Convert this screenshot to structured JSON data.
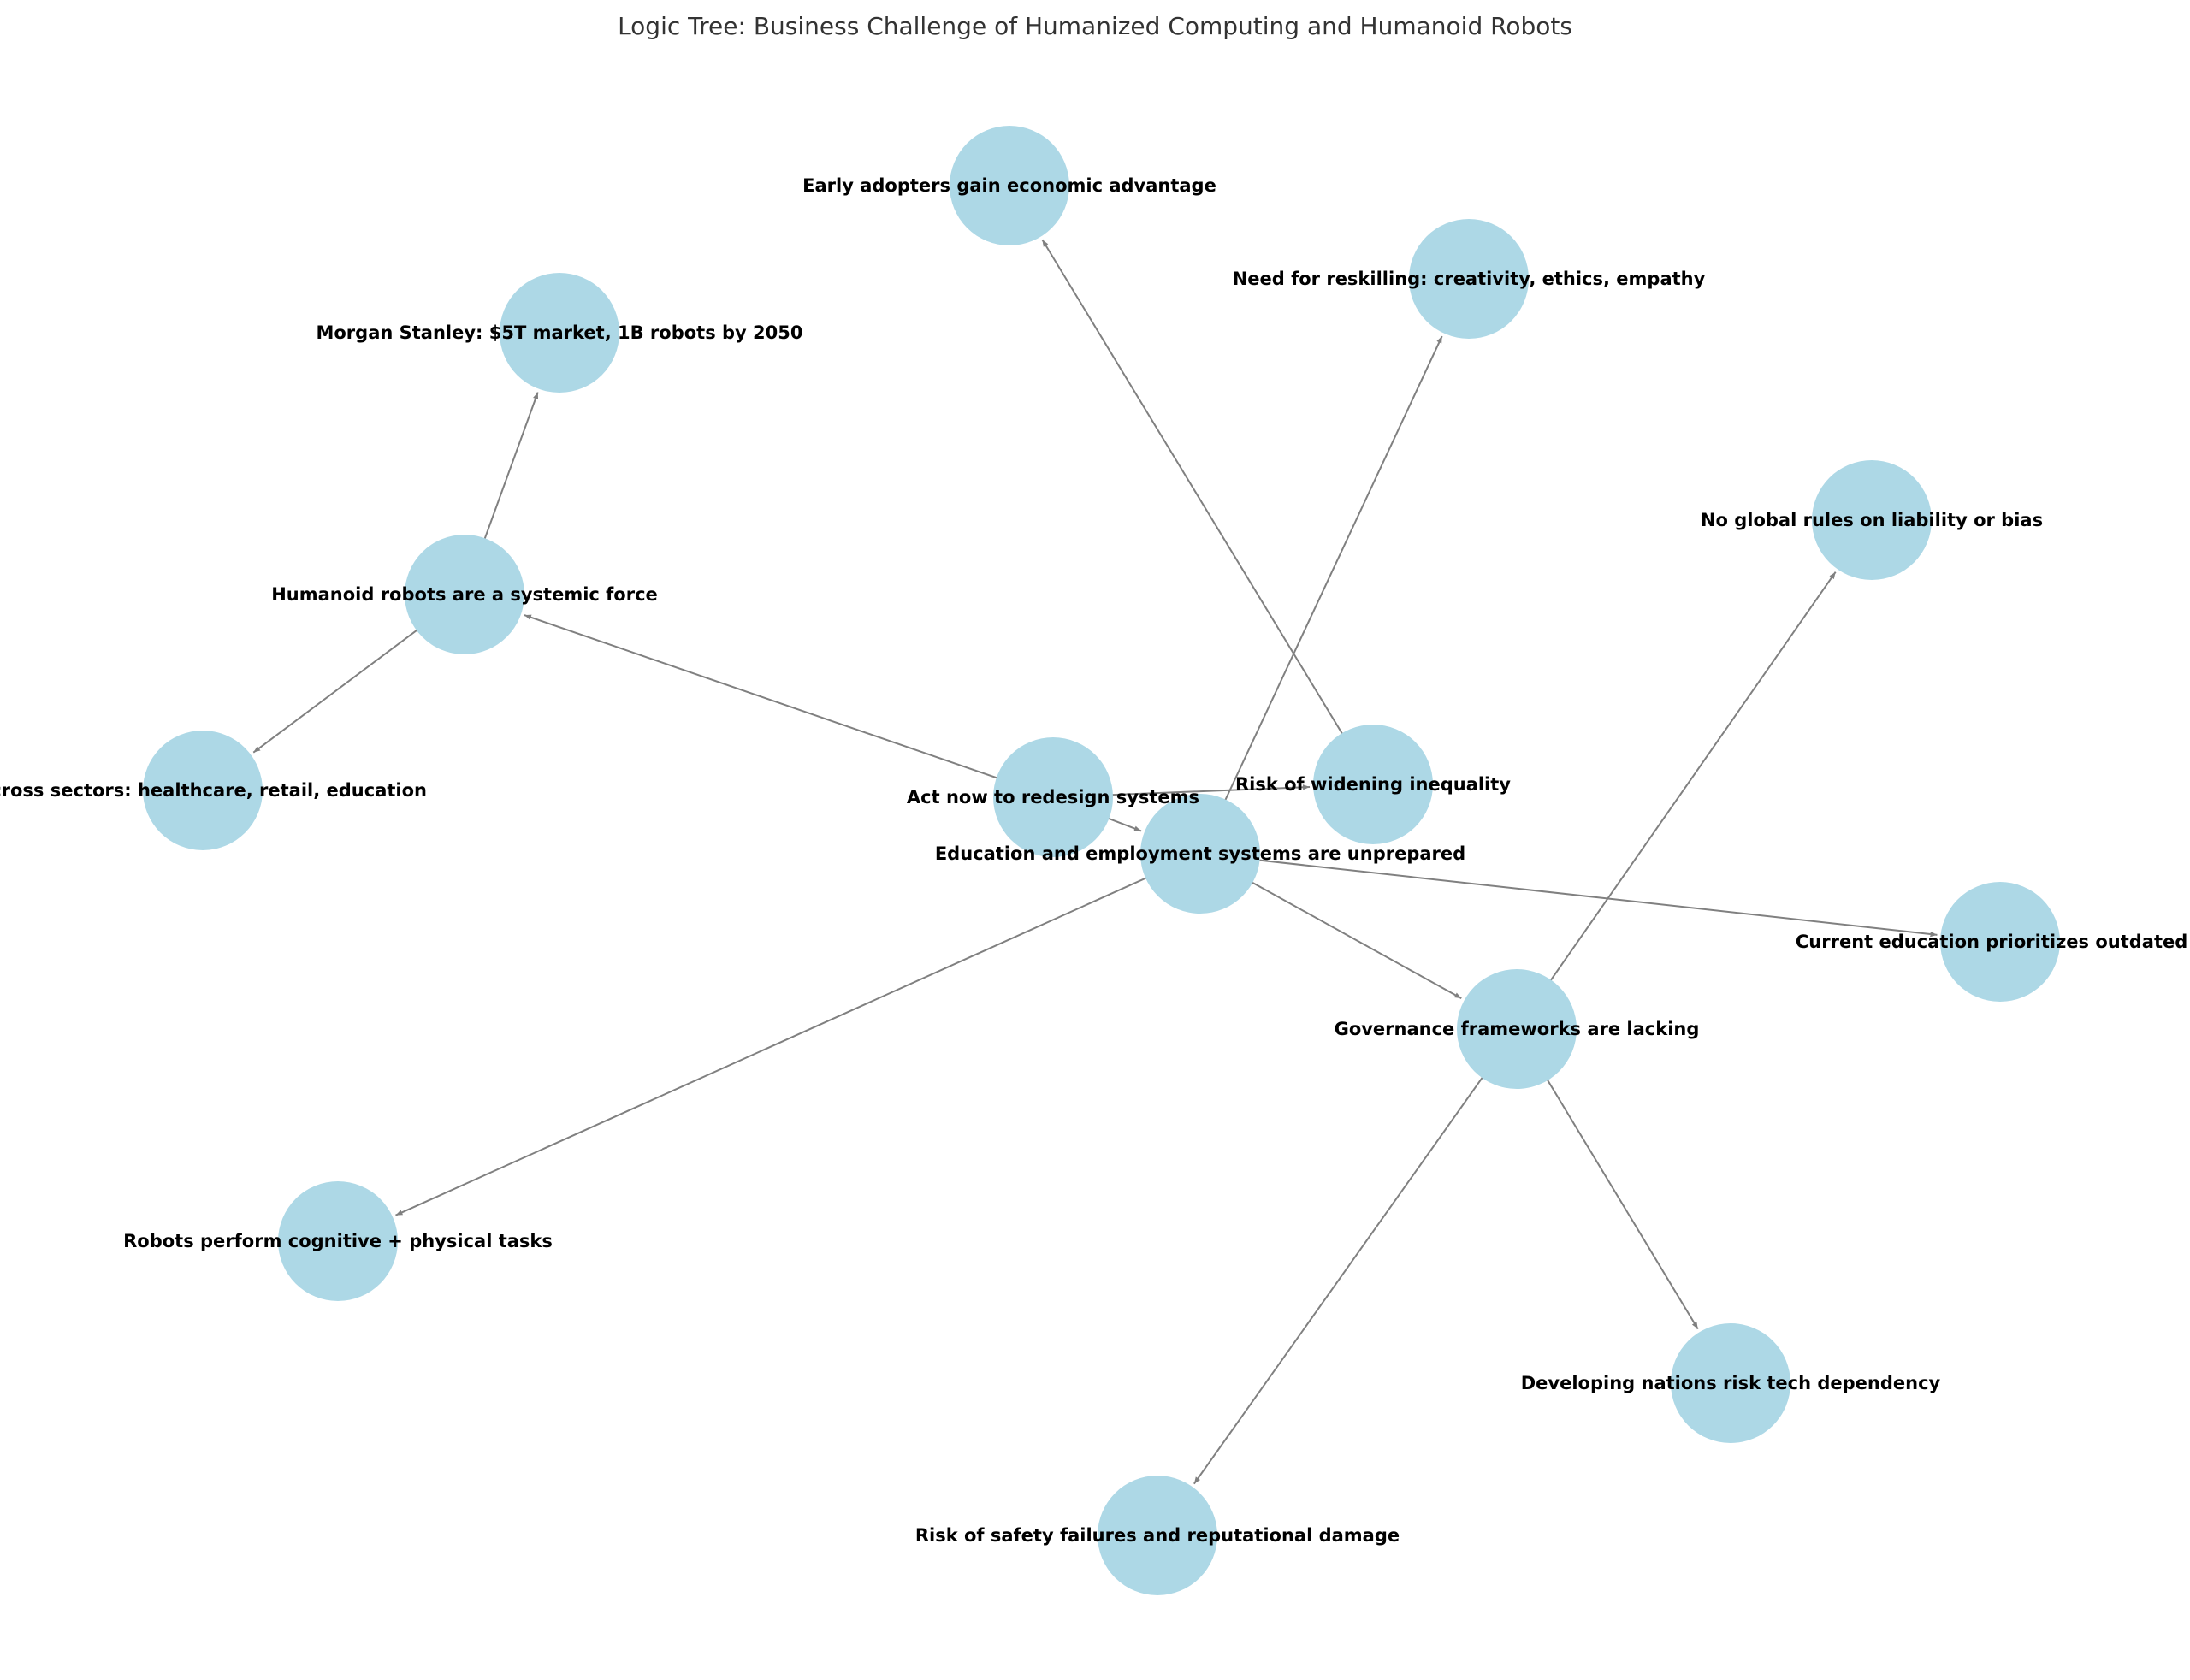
{
  "title": "Logic Tree: Business Challenge of Humanized Computing and Humanoid Robots",
  "colors": {
    "node": "#add8e6",
    "edge": "#808080",
    "text": "#000000",
    "title": "#333333"
  },
  "nodes": [
    {
      "id": "act",
      "label": "Act now to redesign systems"
    },
    {
      "id": "humanoid",
      "label": "Humanoid robots are a systemic force"
    },
    {
      "id": "morgan",
      "label": "Morgan Stanley: $5T market, 1B robots by 2050"
    },
    {
      "id": "sectors",
      "label": "across sectors: healthcare, retail, education"
    },
    {
      "id": "education",
      "label": "Education and employment systems are unprepared"
    },
    {
      "id": "reskill",
      "label": "Need for reskilling: creativity, ethics, empathy"
    },
    {
      "id": "outdated",
      "label": "Current education prioritizes outdated s"
    },
    {
      "id": "cognitive",
      "label": "Robots perform cognitive + physical tasks"
    },
    {
      "id": "inequality",
      "label": "Risk of widening inequality"
    },
    {
      "id": "early",
      "label": "Early adopters gain economic advantage"
    },
    {
      "id": "developing",
      "label": "Developing nations risk tech dependency"
    },
    {
      "id": "governance",
      "label": "Governance frameworks are lacking"
    },
    {
      "id": "noglobal",
      "label": "No global rules on liability or bias"
    },
    {
      "id": "safety",
      "label": "Risk of safety failures and reputational damage"
    }
  ],
  "edges": [
    {
      "from": "act",
      "to": "humanoid"
    },
    {
      "from": "act",
      "to": "education"
    },
    {
      "from": "act",
      "to": "inequality"
    },
    {
      "from": "humanoid",
      "to": "morgan"
    },
    {
      "from": "humanoid",
      "to": "sectors"
    },
    {
      "from": "education",
      "to": "reskill"
    },
    {
      "from": "education",
      "to": "outdated"
    },
    {
      "from": "education",
      "to": "cognitive"
    },
    {
      "from": "education",
      "to": "governance"
    },
    {
      "from": "inequality",
      "to": "early"
    },
    {
      "from": "governance",
      "to": "noglobal"
    },
    {
      "from": "governance",
      "to": "safety"
    },
    {
      "from": "governance",
      "to": "developing"
    }
  ]
}
